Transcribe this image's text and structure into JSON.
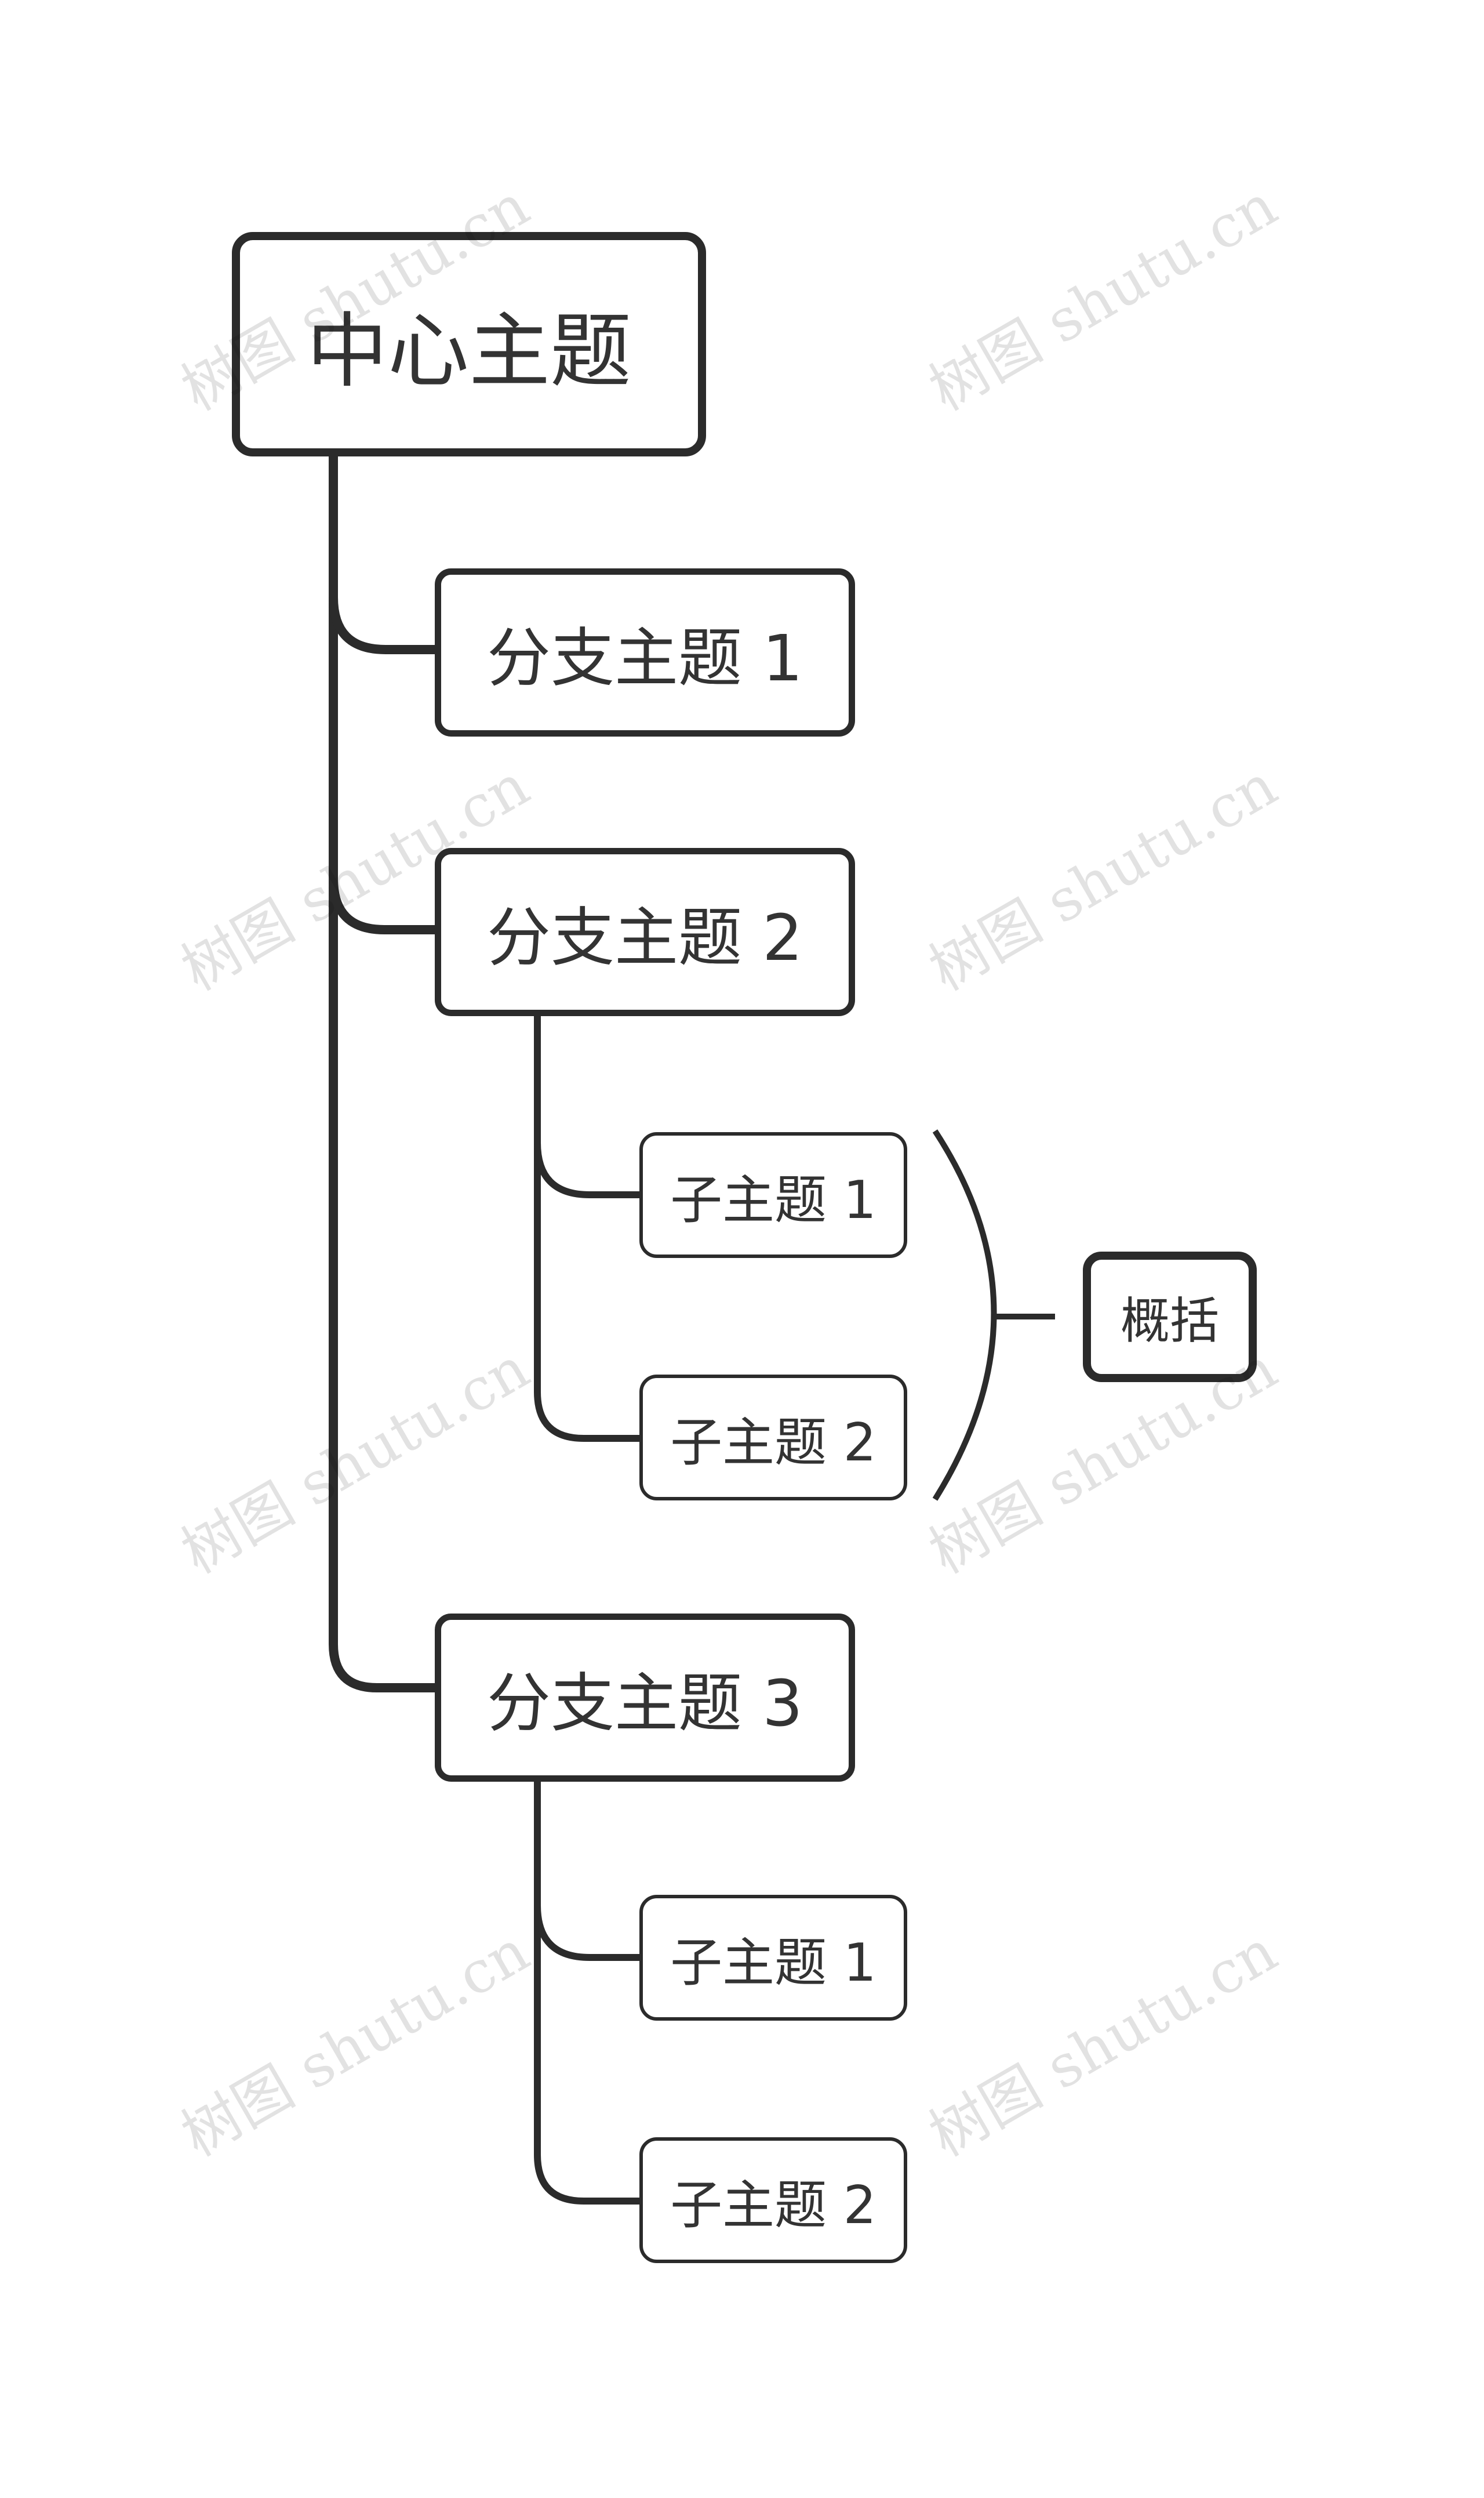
{
  "mindmap": {
    "root": "中心主题",
    "branches": [
      {
        "label": "分支主题 1",
        "children": []
      },
      {
        "label": "分支主题 2",
        "children": [
          "子主题 1",
          "子主题 2"
        ]
      },
      {
        "label": "分支主题 3",
        "children": [
          "子主题 1",
          "子主题 2"
        ]
      }
    ],
    "summary": "概括"
  },
  "watermark": "树图 shutu.cn",
  "colors": {
    "line": "#2b2b2b",
    "text": "#333333",
    "background": "#ffffff"
  }
}
